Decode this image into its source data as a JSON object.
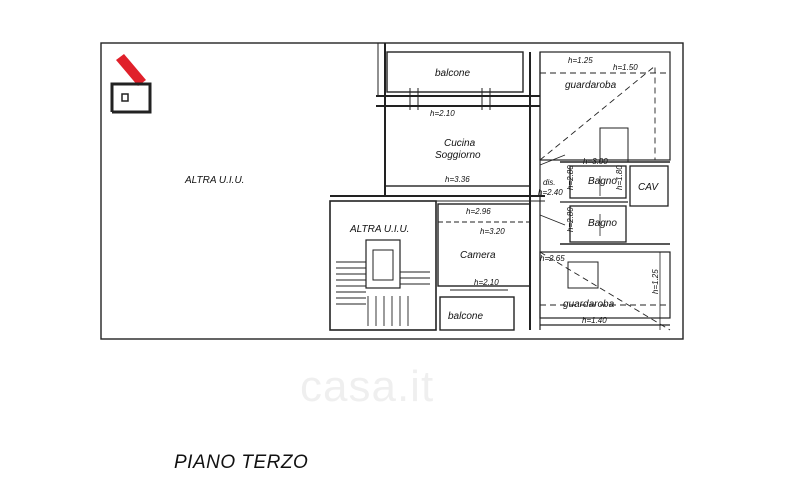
{
  "floor_title": "PIANO TERZO",
  "watermark": "casa.it",
  "labels": {
    "altra_uiu_left": "ALTRA U.I.U.",
    "altra_uiu_stair": "ALTRA U.I.U.",
    "balcone_top": "balcone",
    "balcone_bottom": "balcone",
    "cucina": "Cucina",
    "soggiorno": "Soggiorno",
    "camera": "Camera",
    "guardaroba_top": "guardaroba",
    "guardaroba_bottom": "guardaroba",
    "bagno_1": "Bagno",
    "bagno_2": "Bagno",
    "cav": "CAV",
    "dis": "dis."
  },
  "heights": {
    "h_125_top": "h=1.25",
    "h_150": "h=1.50",
    "h_210_top": "h=2.10",
    "h_336": "h=3.36",
    "h_300": "h=3.00",
    "h_280_a": "h=2.80",
    "h_240": "h=2.40",
    "h_180": "h=1.80",
    "h_296": "h=2.96",
    "h_320": "h=3.20",
    "h_280_b": "h=2.80",
    "h_265": "h=2.65",
    "h_210_bottom": "h=2.10",
    "h_125_right": "h=1.25",
    "h_140": "h=1.40"
  },
  "colors": {
    "logo_accent": "#e0202a",
    "line": "#222222"
  }
}
